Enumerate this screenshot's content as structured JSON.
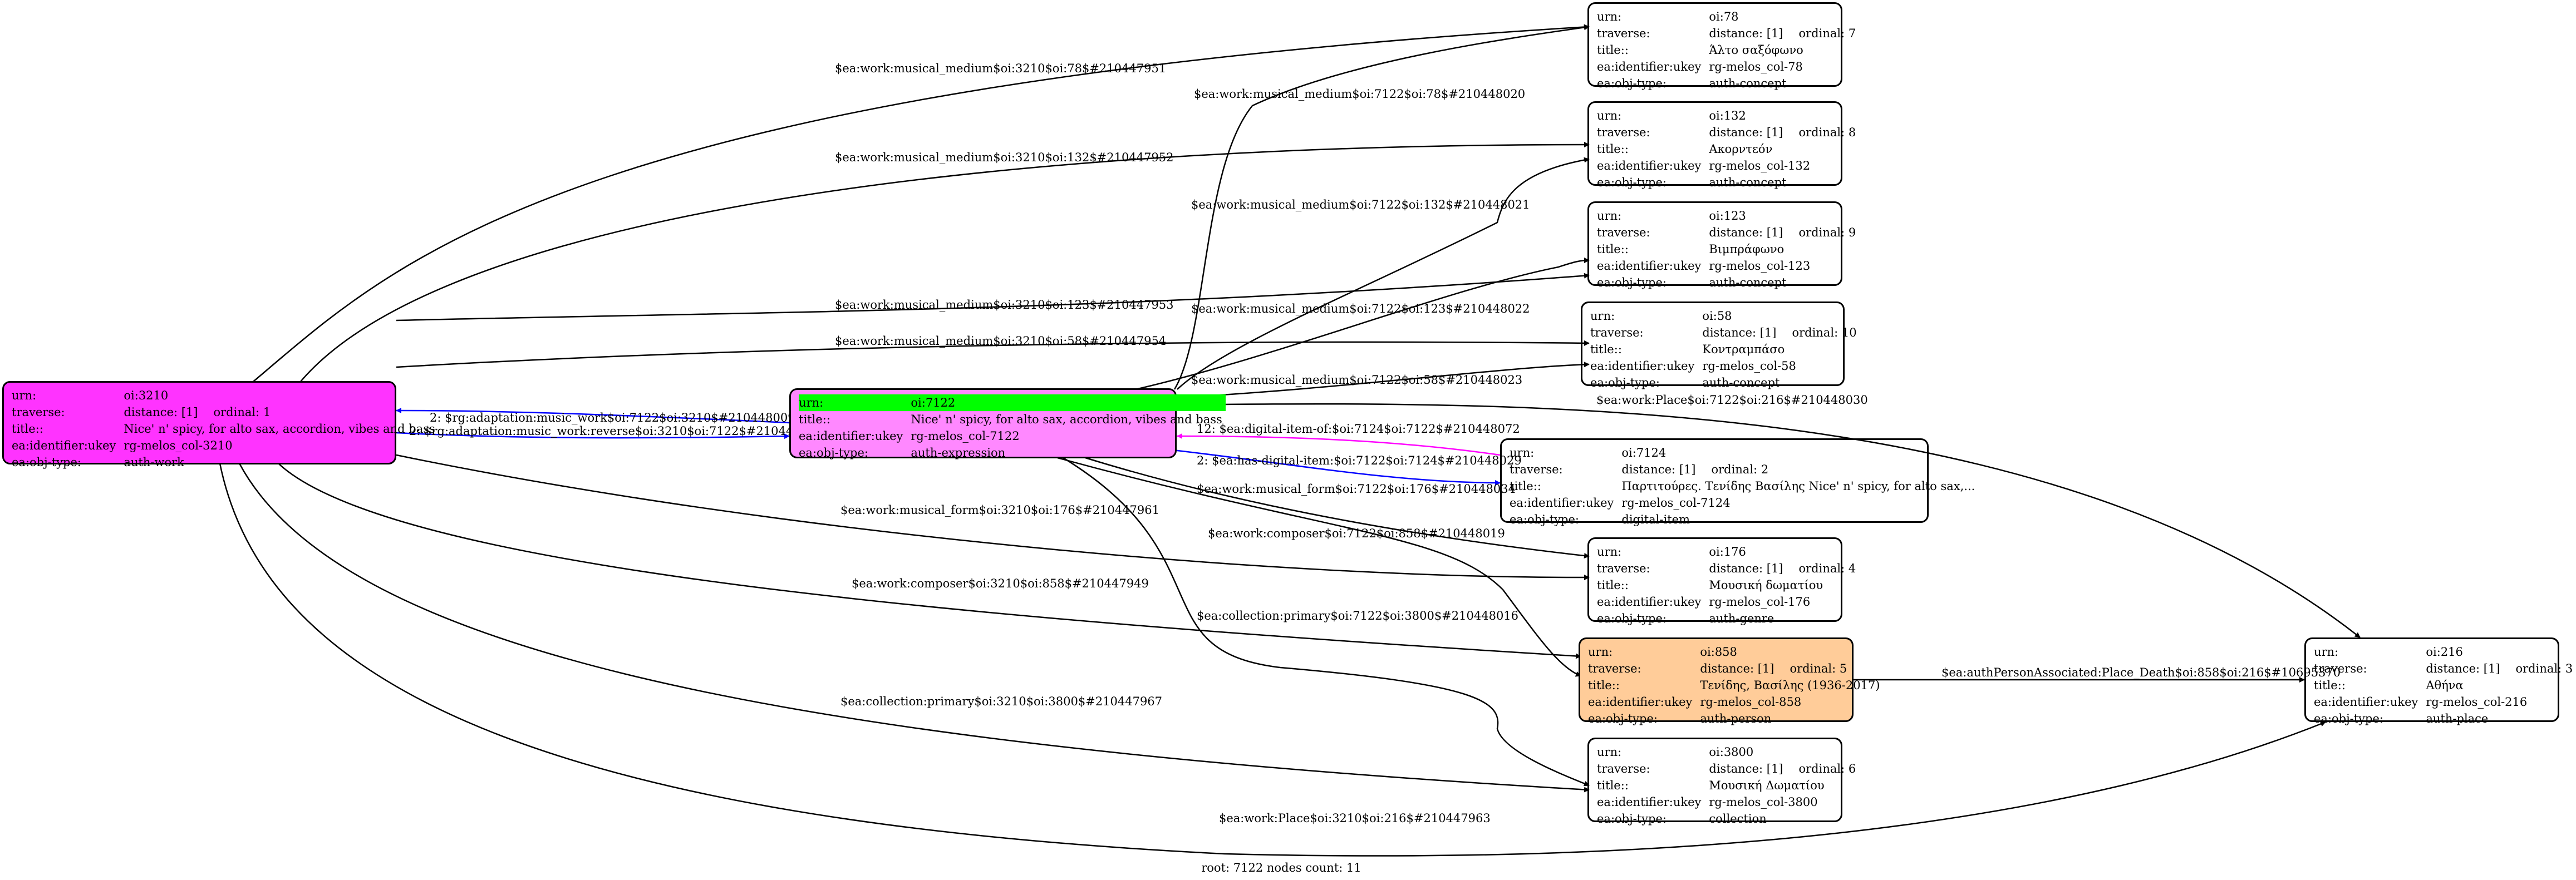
{
  "nodes": {
    "oi3210": {
      "urn": "oi:3210",
      "distance": "distance: [1]",
      "ordinal": "ordinal: 1",
      "title": "Nice' n' spicy, for alto sax, accordion, vibes and bass",
      "ukey": "rg-melos_col-3210",
      "objtype": "auth-work",
      "color": "#ff33ff"
    },
    "oi7122": {
      "urn": "oi:7122",
      "title": "Nice' n' spicy, for alto sax, accordion, vibes and bass",
      "ukey": "rg-melos_col-7122",
      "objtype": "auth-expression",
      "color": "#ff88ff",
      "highlight": "#00ff00"
    },
    "oi78": {
      "urn": "oi:78",
      "distance": "distance: [1]",
      "ordinal": "ordinal: 7",
      "title": "Άλτο σαξόφωνο",
      "ukey": "rg-melos_col-78",
      "objtype": "auth-concept"
    },
    "oi132": {
      "urn": "oi:132",
      "distance": "distance: [1]",
      "ordinal": "ordinal: 8",
      "title": "Ακορντεόν",
      "ukey": "rg-melos_col-132",
      "objtype": "auth-concept"
    },
    "oi123": {
      "urn": "oi:123",
      "distance": "distance: [1]",
      "ordinal": "ordinal: 9",
      "title": "Βιμπράφωνο",
      "ukey": "rg-melos_col-123",
      "objtype": "auth-concept"
    },
    "oi58": {
      "urn": "oi:58",
      "distance": "distance: [1]",
      "ordinal": "ordinal: 10",
      "title": "Κοντραμπάσο",
      "ukey": "rg-melos_col-58",
      "objtype": "auth-concept"
    },
    "oi7124": {
      "urn": "oi:7124",
      "distance": "distance: [1]",
      "ordinal": "ordinal: 2",
      "title": "Παρτιτούρες. Τενίδης Βασίλης Nice' n' spicy, for alto sax,...",
      "ukey": "rg-melos_col-7124",
      "objtype": "digital-item"
    },
    "oi176": {
      "urn": "oi:176",
      "distance": "distance: [1]",
      "ordinal": "ordinal: 4",
      "title": "Μουσική δωματίου",
      "ukey": "rg-melos_col-176",
      "objtype": "auth-genre"
    },
    "oi858": {
      "urn": "oi:858",
      "distance": "distance: [1]",
      "ordinal": "ordinal: 5",
      "title": "Τενίδης, Βασίλης (1936-2017)",
      "ukey": "rg-melos_col-858",
      "objtype": "auth-person",
      "color": "#ffcc99"
    },
    "oi3800": {
      "urn": "oi:3800",
      "distance": "distance: [1]",
      "ordinal": "ordinal: 6",
      "title": "Μουσική Δωματίου",
      "ukey": "rg-melos_col-3800",
      "objtype": "collection"
    },
    "oi216": {
      "urn": "oi:216",
      "distance": "distance: [1]",
      "ordinal": "ordinal: 3",
      "title": "Αθήνα",
      "ukey": "rg-melos_col-216",
      "objtype": "auth-place"
    }
  },
  "field_labels": {
    "urn": "urn:",
    "traverse": "traverse:",
    "title": "title::",
    "ukey": "ea:identifier:ukey",
    "objtype": "ea:obj-type:"
  },
  "edges": [
    {
      "id": "e1",
      "label": "$ea:work:musical_medium$oi:3210$oi:78$#210447951",
      "color": "#000000"
    },
    {
      "id": "e2",
      "label": "$ea:work:musical_medium$oi:7122$oi:78$#210448020",
      "color": "#000000"
    },
    {
      "id": "e3",
      "label": "$ea:work:musical_medium$oi:3210$oi:132$#210447952",
      "color": "#000000"
    },
    {
      "id": "e4",
      "label": "$ea:work:musical_medium$oi:7122$oi:132$#210448021",
      "color": "#000000"
    },
    {
      "id": "e5",
      "label": "$ea:work:musical_medium$oi:3210$oi:123$#210447953",
      "color": "#000000"
    },
    {
      "id": "e6",
      "label": "$ea:work:musical_medium$oi:7122$oi:123$#210448022",
      "color": "#000000"
    },
    {
      "id": "e7",
      "label": "$ea:work:musical_medium$oi:3210$oi:58$#210447954",
      "color": "#000000"
    },
    {
      "id": "e8",
      "label": "$ea:work:musical_medium$oi:7122$oi:58$#210448023",
      "color": "#000000"
    },
    {
      "id": "e9",
      "label": "2: $rg:adaptation:music_work$oi:7122$oi:3210$#210448009",
      "color": "#0000ff"
    },
    {
      "id": "e10",
      "label": "2: $rg:adaptation:music_work:reverse$oi:3210$oi:7122$#210447971",
      "color": "#0000ff"
    },
    {
      "id": "e11",
      "label": "$ea:work:Place$oi:7122$oi:216$#210448030",
      "color": "#000000"
    },
    {
      "id": "e12",
      "label": "12: $ea:digital-item-of:$oi:7124$oi:7122$#210448072",
      "color": "#ff00ff"
    },
    {
      "id": "e13",
      "label": "2: $ea:has-digital-item:$oi:7122$oi:7124$#210448029",
      "color": "#0000ff"
    },
    {
      "id": "e14",
      "label": "$ea:work:musical_form$oi:7122$oi:176$#210448034",
      "color": "#000000"
    },
    {
      "id": "e15",
      "label": "$ea:work:musical_form$oi:3210$oi:176$#210447961",
      "color": "#000000"
    },
    {
      "id": "e16",
      "label": "$ea:work:composer$oi:7122$oi:858$#210448019",
      "color": "#000000"
    },
    {
      "id": "e17",
      "label": "$ea:work:composer$oi:3210$oi:858$#210447949",
      "color": "#000000"
    },
    {
      "id": "e18",
      "label": "$ea:collection:primary$oi:7122$oi:3800$#210448016",
      "color": "#000000"
    },
    {
      "id": "e19",
      "label": "$ea:collection:primary$oi:3210$oi:3800$#210447967",
      "color": "#000000"
    },
    {
      "id": "e20",
      "label": "$ea:authPersonAssociated:Place_Death$oi:858$oi:216$#10695370",
      "color": "#000000"
    },
    {
      "id": "e21",
      "label": "$ea:work:Place$oi:3210$oi:216$#210447963",
      "color": "#000000"
    }
  ],
  "footer": "root: 7122 nodes count: 11"
}
